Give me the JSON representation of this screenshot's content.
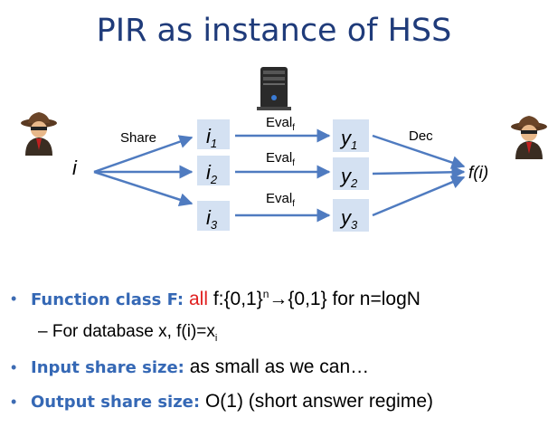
{
  "title": "PIR as instance of HSS",
  "diagram": {
    "input": "i",
    "share_label": "Share",
    "dec_label": "Dec",
    "output": "f(i)",
    "eval_label": "Eval",
    "eval_sub": "f",
    "shares": [
      {
        "base": "i",
        "sub": "1"
      },
      {
        "base": "i",
        "sub": "2"
      },
      {
        "base": "i",
        "sub": "3"
      }
    ],
    "outputs": [
      {
        "base": "y",
        "sub": "1"
      },
      {
        "base": "y",
        "sub": "2"
      },
      {
        "base": "y",
        "sub": "3"
      }
    ]
  },
  "bullets": {
    "b1": {
      "header": "Function class F:",
      "red": "all",
      "t1": "f:{0,1}",
      "sup1": "n",
      "arrow": "→",
      "t2": "{0,1} for n=logN"
    },
    "b1_sub": {
      "dash": "–",
      "text": "For database x, f(i)=x",
      "sub": "i"
    },
    "b2": {
      "header": "Input share size:",
      "text": "as small as we can…"
    },
    "b3": {
      "header": "Output share size:",
      "text": "O(1) (short answer regime)"
    }
  }
}
